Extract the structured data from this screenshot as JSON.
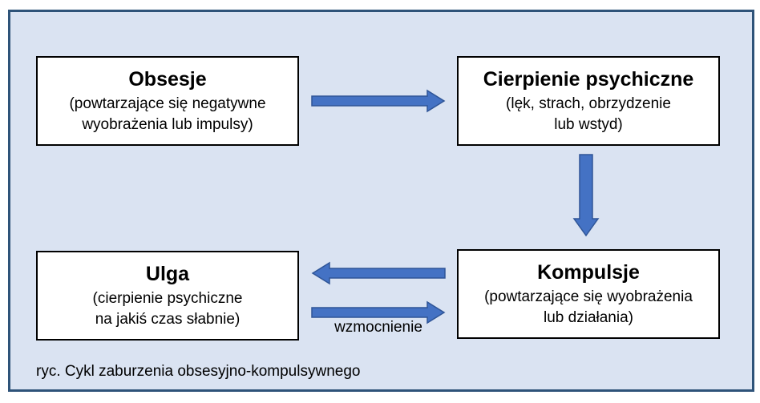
{
  "figure": {
    "caption": "ryc. Cykl zaburzenia obsesyjno-kompulsywnego",
    "colors": {
      "background": "#DAE3F2",
      "frame_border": "#2E5379",
      "box_fill": "#FFFFFF",
      "box_border": "#000000",
      "arrow_fill": "#4472C4",
      "arrow_outline": "#2F5597",
      "text": "#000000"
    },
    "boxes": [
      {
        "id": "obsesje",
        "title": "Obsesje",
        "subtitle_line1": "(powtarzające się negatywne",
        "subtitle_line2": "wyobrażenia lub impulsy)"
      },
      {
        "id": "cierpienie-psychiczne",
        "title": "Cierpienie psychiczne",
        "subtitle_line1": "(lęk, strach, obrzydzenie",
        "subtitle_line2": "lub wstyd)"
      },
      {
        "id": "ulga",
        "title": "Ulga",
        "subtitle_line1": "(cierpienie psychiczne",
        "subtitle_line2": "na jakiś czas słabnie)"
      },
      {
        "id": "kompulsje",
        "title": "Kompulsje",
        "subtitle_line1": "(powtarzające się wyobrażenia",
        "subtitle_line2": "lub działania)"
      }
    ],
    "arrows": [
      {
        "from": "Obsesje",
        "to": "Cierpienie psychiczne",
        "direction": "right",
        "label": ""
      },
      {
        "from": "Cierpienie psychiczne",
        "to": "Kompulsje",
        "direction": "down",
        "label": ""
      },
      {
        "from": "Kompulsje",
        "to": "Ulga",
        "direction": "left",
        "label": ""
      },
      {
        "from": "Ulga",
        "to": "Kompulsje",
        "direction": "right",
        "label": "wzmocnienie"
      }
    ]
  }
}
